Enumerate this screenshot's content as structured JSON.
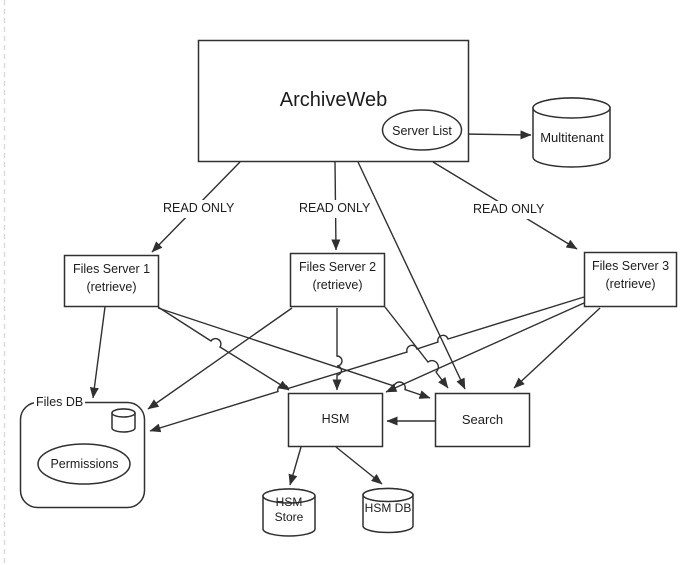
{
  "diagram": {
    "archiveweb": {
      "label": "ArchiveWeb",
      "server_list": "Server List"
    },
    "multitenant": {
      "label": "Multitenant"
    },
    "read_only": [
      "READ ONLY",
      "READ ONLY",
      "READ ONLY"
    ],
    "file_servers": [
      {
        "name": "Files Server 1",
        "sub": "(retrieve)"
      },
      {
        "name": "Files Server 2",
        "sub": "(retrieve)"
      },
      {
        "name": "Files Server 3",
        "sub": "(retrieve)"
      }
    ],
    "files_db": {
      "label": "Files DB",
      "permissions": "Permissions"
    },
    "hsm": {
      "label": "HSM"
    },
    "search": {
      "label": "Search"
    },
    "hsm_store": {
      "line1": "HSM",
      "line2": "Store"
    },
    "hsm_db": {
      "label": "HSM DB"
    },
    "edges": [
      {
        "from": "ArchiveWeb",
        "to": "Files Server 1",
        "label": "READ ONLY"
      },
      {
        "from": "ArchiveWeb",
        "to": "Files Server 2",
        "label": "READ ONLY"
      },
      {
        "from": "ArchiveWeb",
        "to": "Files Server 3",
        "label": "READ ONLY"
      },
      {
        "from": "ArchiveWeb",
        "to": "Search",
        "label": ""
      },
      {
        "from": "Server List",
        "to": "Multitenant",
        "label": ""
      },
      {
        "from": "Files Server 1",
        "to": "Files DB",
        "label": ""
      },
      {
        "from": "Files Server 1",
        "to": "HSM",
        "label": ""
      },
      {
        "from": "Files Server 1",
        "to": "Search",
        "label": ""
      },
      {
        "from": "Files Server 2",
        "to": "Files DB",
        "label": ""
      },
      {
        "from": "Files Server 2",
        "to": "HSM",
        "label": ""
      },
      {
        "from": "Files Server 2",
        "to": "Search",
        "label": ""
      },
      {
        "from": "Files Server 3",
        "to": "Files DB",
        "label": ""
      },
      {
        "from": "Files Server 3",
        "to": "HSM",
        "label": ""
      },
      {
        "from": "Files Server 3",
        "to": "Search",
        "label": ""
      },
      {
        "from": "Search",
        "to": "HSM",
        "label": ""
      },
      {
        "from": "HSM",
        "to": "HSM Store",
        "label": ""
      },
      {
        "from": "HSM",
        "to": "HSM DB",
        "label": ""
      }
    ]
  },
  "colors": {
    "line": "#303030",
    "text": "#1c1c1c",
    "shape_fill": "#ffffff",
    "page_guide": "#d9d9d9",
    "background": "#ffffff"
  }
}
